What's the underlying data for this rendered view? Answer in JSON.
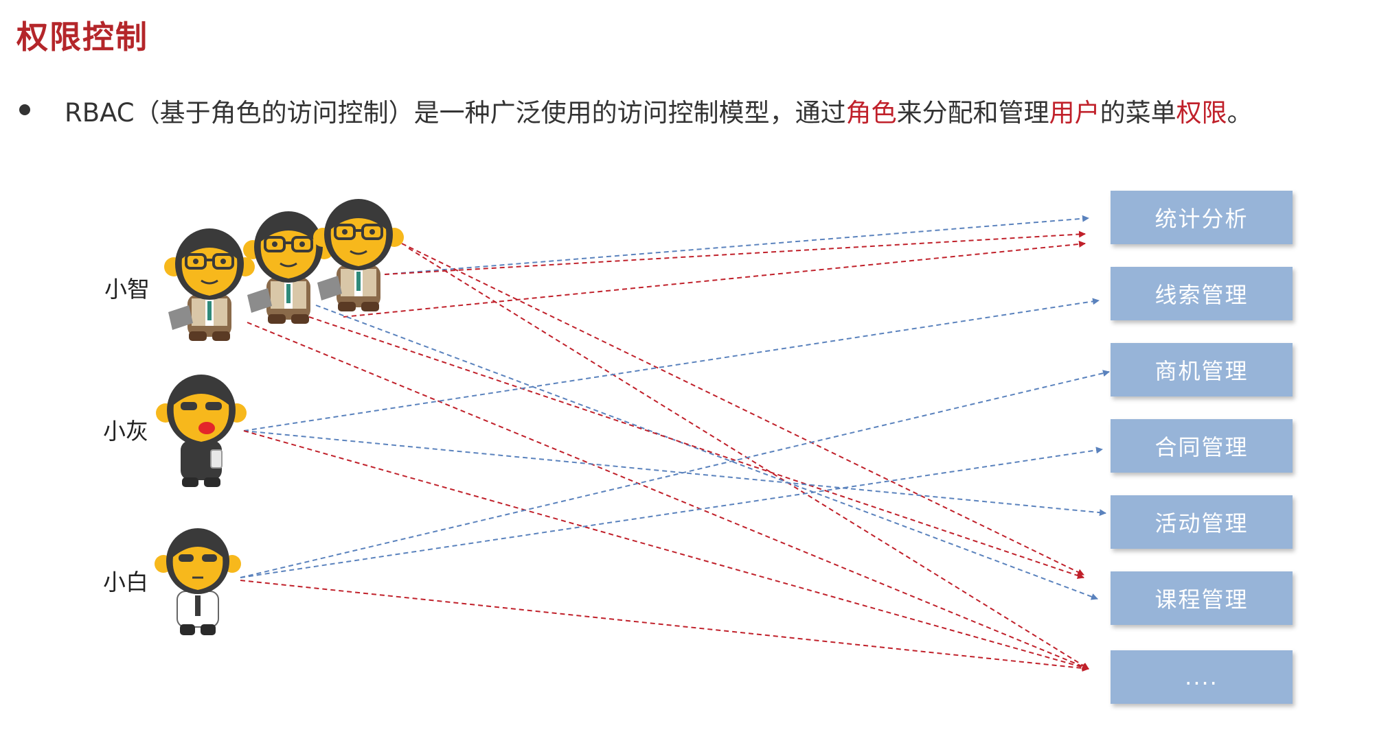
{
  "title": "权限控制",
  "description": {
    "part1": "RBAC（基于角色的访问控制）是一种广泛使用的访问控制模型，通过",
    "role": "角色",
    "part2": "来分配和管理",
    "user": "用户",
    "part3": "的菜单",
    "permission": "权限",
    "part4": "。"
  },
  "users": [
    {
      "label": "小智"
    },
    {
      "label": "小灰"
    },
    {
      "label": "小白"
    }
  ],
  "menus": [
    {
      "label": "统计分析"
    },
    {
      "label": "线索管理"
    },
    {
      "label": "商机管理"
    },
    {
      "label": "合同管理"
    },
    {
      "label": "活动管理"
    },
    {
      "label": "课程管理"
    },
    {
      "label": "...."
    }
  ],
  "colors": {
    "title": "#b4262a",
    "menu_box": "#97b4d8",
    "red_arrow": "#c0202a",
    "blue_arrow": "#5a82bd",
    "monkey_face": "#f7b81c",
    "monkey_fur": "#3a3a3a"
  },
  "icons": [
    "monkey-avatar-icon"
  ]
}
